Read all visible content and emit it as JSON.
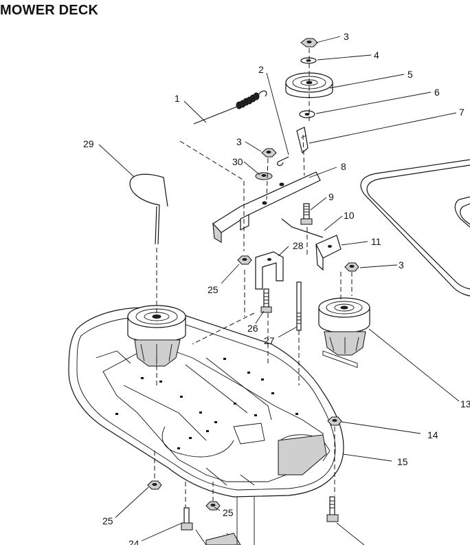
{
  "title": "MOWER DECK",
  "callouts": {
    "c1": "1",
    "c2": "2",
    "c3a": "3",
    "c3b": "3",
    "c3c": "3",
    "c4": "4",
    "c5": "5",
    "c6": "6",
    "c7": "7",
    "c8": "8",
    "c9": "9",
    "c10": "10",
    "c11": "11",
    "c13": "13",
    "c14": "14",
    "c15": "15",
    "c24": "24",
    "c25a": "25",
    "c25b": "25",
    "c25c": "25",
    "c26": "26",
    "c27": "27",
    "c28": "28",
    "c29": "29",
    "c30": "30"
  }
}
